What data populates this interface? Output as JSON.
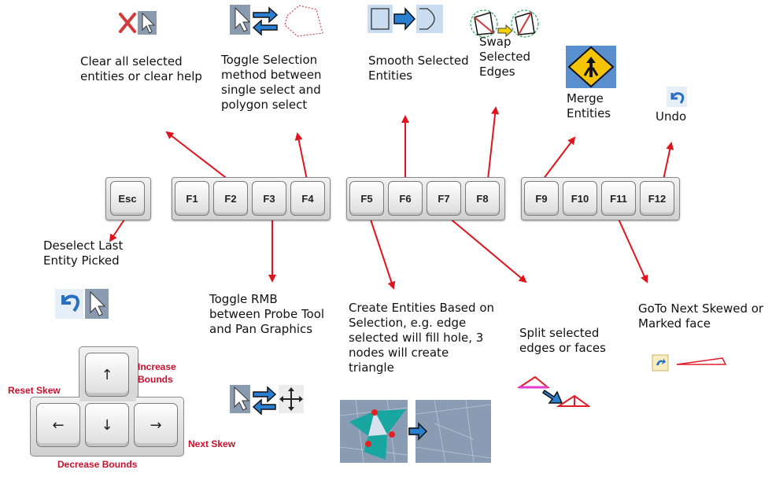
{
  "keys": {
    "esc": "Esc",
    "f1": "F1",
    "f2": "F2",
    "f3": "F3",
    "f4": "F4",
    "f5": "F5",
    "f6": "F6",
    "f7": "F7",
    "f8": "F8",
    "f9": "F9",
    "f10": "F10",
    "f11": "F11",
    "f12": "F12"
  },
  "arrow_keys": {
    "up": "↑",
    "left": "←",
    "down": "↓",
    "right": "→"
  },
  "labels": {
    "clear": "Clear all selected\nentities or clear help",
    "toggle_selection": "Toggle Selection\nmethod between\nsingle select and\npolygon select",
    "smooth": "Smooth Selected\nEntities",
    "swap": "Swap\nSelected\nEdges",
    "merge": "Merge\nEntities",
    "undo": "Undo",
    "deselect": "Deselect Last\nEntity Picked",
    "toggle_rmb": "Toggle RMB\nbetween Probe Tool\nand Pan Graphics",
    "create": "Create Entities Based on\nSelection, e.g. edge\nselected will fill hole, 3\nnodes will create\ntriangle",
    "split": "Split selected\nedges or faces",
    "goto": "GoTo Next Skewed or\nMarked face"
  },
  "skew_labels": {
    "reset": "Reset Skew",
    "increase": "Increase\nBounds",
    "next": "Next Skew",
    "decrease": "Decrease Bounds"
  },
  "colors": {
    "arrow": "#e0141e",
    "skew_label": "#c8102e",
    "merge_sign": "#f5c400",
    "blue": "#2a7fd0"
  }
}
